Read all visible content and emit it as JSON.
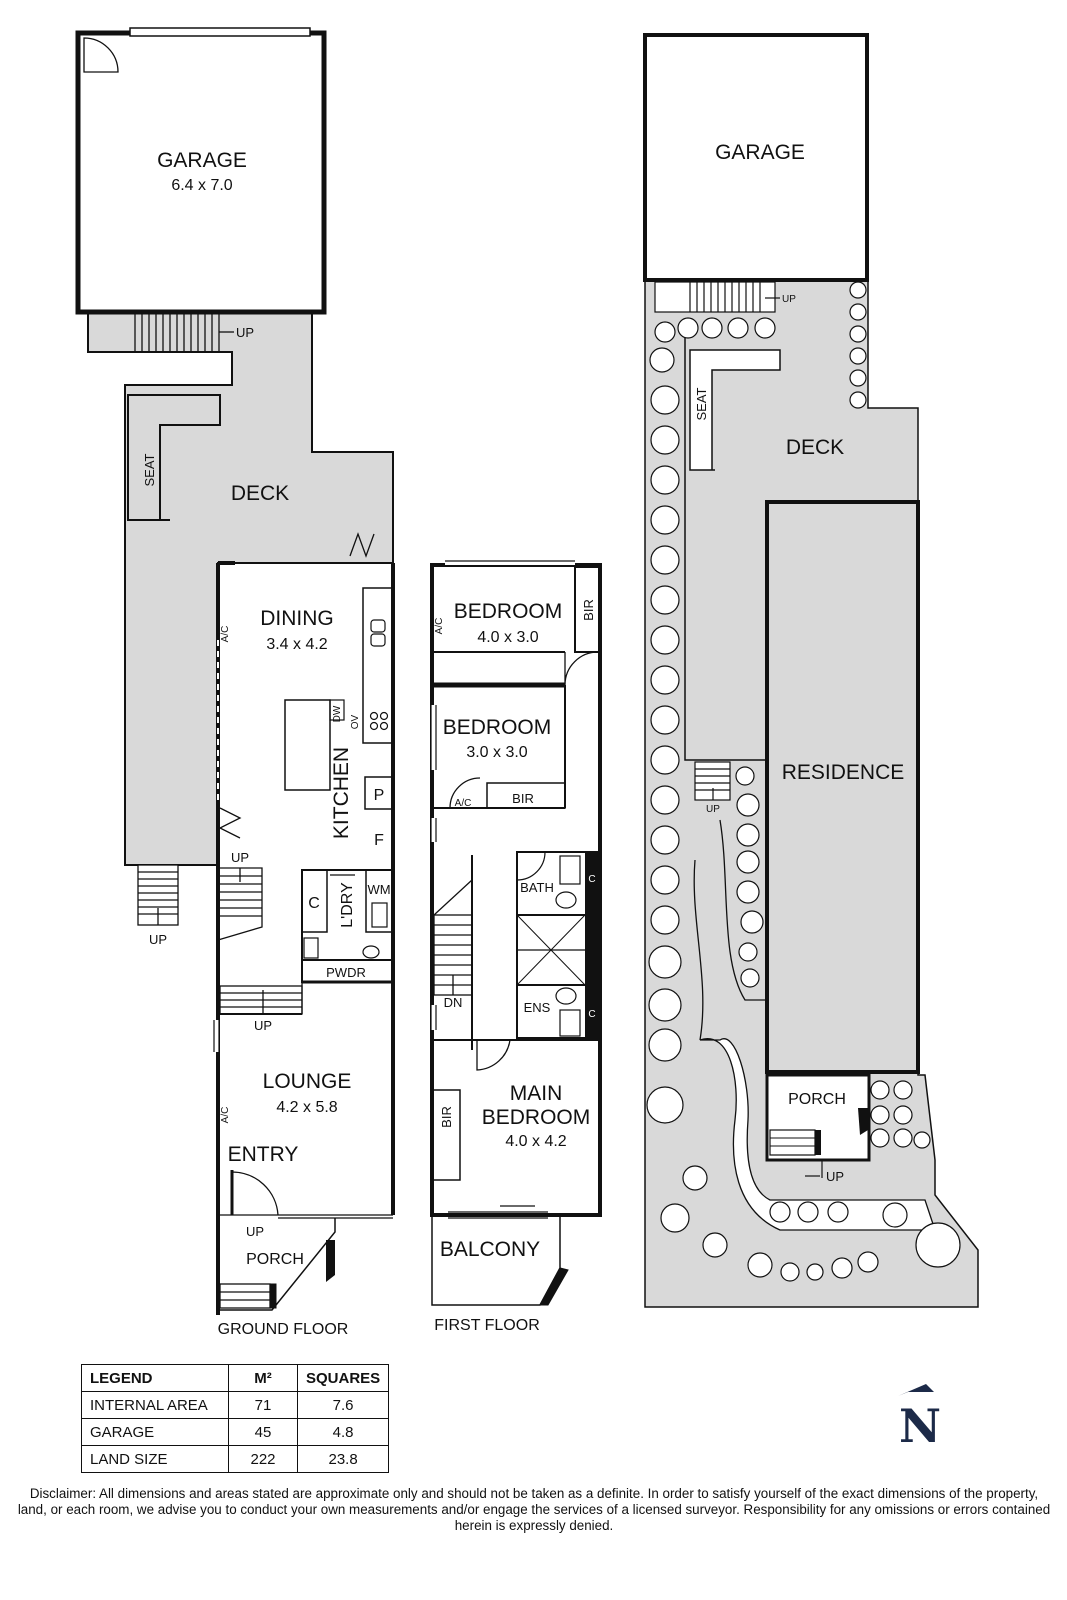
{
  "ground_floor": {
    "caption": "GROUND FLOOR",
    "garage": {
      "name": "GARAGE",
      "dims": "6.4 x 7.0"
    },
    "deck": "DECK",
    "seat": "SEAT",
    "dining": {
      "name": "DINING",
      "dims": "3.4 x 4.2"
    },
    "kitchen": "KITCHEN",
    "lounge": {
      "name": "LOUNGE",
      "dims": "4.2 x 5.8"
    },
    "entry": "ENTRY",
    "porch": "PORCH",
    "laundry": "L'DRY",
    "powder": "PWDR",
    "ac": "A/C",
    "dw": "DW",
    "ov": "OV",
    "pantry": "P",
    "fridge": "F",
    "cupboard": "C",
    "wm": "WM",
    "up": "UP"
  },
  "first_floor": {
    "caption": "FIRST FLOOR",
    "bedroom1": {
      "name": "BEDROOM",
      "dims": "4.0 x 3.0"
    },
    "bedroom2": {
      "name": "BEDROOM",
      "dims": "3.0 x 3.0"
    },
    "main_bedroom": {
      "line1": "MAIN",
      "line2": "BEDROOM",
      "dims": "4.0 x 4.2"
    },
    "bir": "BIR",
    "bath": "BATH",
    "ens": "ENS",
    "balcony": "BALCONY",
    "ac": "A/C",
    "dn": "DN",
    "c": "C"
  },
  "site_plan": {
    "garage": "GARAGE",
    "deck": "DECK",
    "seat": "SEAT",
    "residence": "RESIDENCE",
    "porch": "PORCH",
    "up": "UP"
  },
  "legend": {
    "headers": [
      "LEGEND",
      "M²",
      "SQUARES"
    ],
    "rows": [
      {
        "label": "INTERNAL AREA",
        "m2": "71",
        "squares": "7.6"
      },
      {
        "label": "GARAGE",
        "m2": "45",
        "squares": "4.8"
      },
      {
        "label": "LAND SIZE",
        "m2": "222",
        "squares": "23.8"
      }
    ]
  },
  "north_letter": "N",
  "disclaimer": "Disclaimer: All dimensions and areas stated are approximate only and should not be taken as a definite. In order to satisfy yourself of the exact dimensions of the property, land, or each room, we advise you to conduct your own measurements and/or engage the services of a licensed surveyor. Responsibility for any omissions or errors contained herein is expressly denied.",
  "colors": {
    "line": "#111111",
    "deck_fill": "#d9d9d9",
    "paper": "#ffffff",
    "north_accent": "#1c2a48"
  }
}
